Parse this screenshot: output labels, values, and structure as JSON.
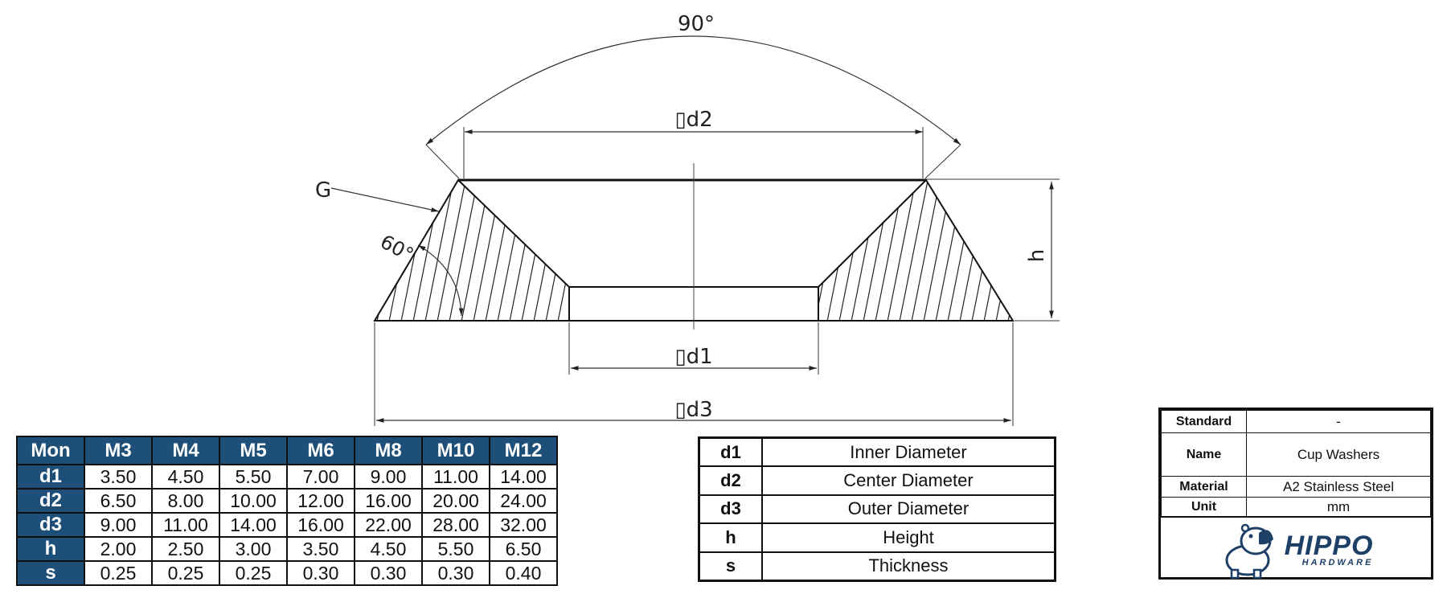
{
  "drawing": {
    "angle_top": "90°",
    "angle_side": "60°",
    "label_g": "G",
    "label_h": "h",
    "label_d1": "▯d1",
    "label_d2": "▯d2",
    "label_d3": "▯d3"
  },
  "size_table": {
    "header": [
      "Mon",
      "M3",
      "M4",
      "M5",
      "M6",
      "M8",
      "M10",
      "M12"
    ],
    "rows": [
      {
        "label": "d1",
        "values": [
          "3.50",
          "4.50",
          "5.50",
          "7.00",
          "9.00",
          "11.00",
          "14.00"
        ]
      },
      {
        "label": "d2",
        "values": [
          "6.50",
          "8.00",
          "10.00",
          "12.00",
          "16.00",
          "20.00",
          "24.00"
        ]
      },
      {
        "label": "d3",
        "values": [
          "9.00",
          "11.00",
          "14.00",
          "16.00",
          "22.00",
          "28.00",
          "32.00"
        ]
      },
      {
        "label": "h",
        "values": [
          "2.00",
          "2.50",
          "3.00",
          "3.50",
          "4.50",
          "5.50",
          "6.50"
        ]
      },
      {
        "label": "s",
        "values": [
          "0.25",
          "0.25",
          "0.25",
          "0.30",
          "0.30",
          "0.30",
          "0.40"
        ]
      }
    ]
  },
  "legend": {
    "rows": [
      {
        "symbol": "d1",
        "description": "Inner Diameter"
      },
      {
        "symbol": "d2",
        "description": "Center Diameter"
      },
      {
        "symbol": "d3",
        "description": "Outer Diameter"
      },
      {
        "symbol": "h",
        "description": "Height"
      },
      {
        "symbol": "s",
        "description": "Thickness"
      }
    ]
  },
  "title_block": {
    "standard_label": "Standard",
    "standard_value": "-",
    "name_label": "Name",
    "name_value": "Cup Washers",
    "material_label": "Material",
    "material_value": "A2 Stainless Steel",
    "unit_label": "Unit",
    "unit_value": "mm",
    "logo_text": "HIPPO",
    "logo_subtext": "HARDWARE"
  },
  "colors": {
    "header_blue": "#1d4f78",
    "logo_blue": "#1e3f66"
  }
}
